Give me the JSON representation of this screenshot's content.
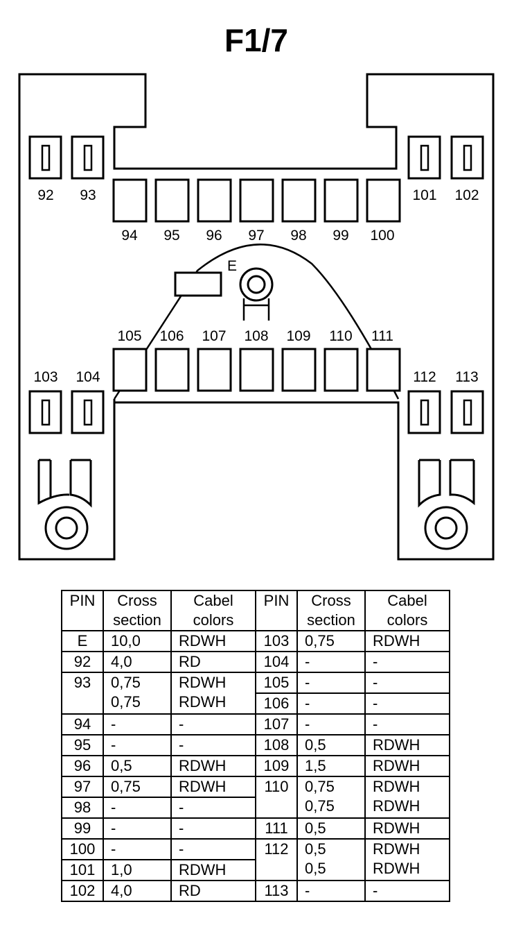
{
  "title": "F1/7",
  "pins": {
    "p92": "92",
    "p93": "93",
    "p94": "94",
    "p95": "95",
    "p96": "96",
    "p97": "97",
    "p98": "98",
    "p99": "99",
    "p100": "100",
    "p101": "101",
    "p102": "102",
    "p103": "103",
    "p104": "104",
    "p105": "105",
    "p106": "106",
    "p107": "107",
    "p108": "108",
    "p109": "109",
    "p110": "110",
    "p111": "111",
    "p112": "112",
    "p113": "113",
    "pE": "E"
  },
  "table": {
    "headers": [
      "PIN",
      "Cross\nsection",
      "Cabel\ncolors",
      "PIN",
      "Cross\nsection",
      "Cabel\ncolors"
    ],
    "rows": [
      [
        "E",
        "10,0",
        "RDWH",
        "103",
        "0,75",
        "RDWH"
      ],
      [
        "92",
        "4,0",
        "RD",
        "104",
        "-",
        "-"
      ],
      [
        "93",
        "0,75\n0,75",
        "RDWH\nRDWH",
        "105",
        "-",
        "-"
      ],
      [
        "",
        "",
        "",
        "106",
        "-",
        "-"
      ],
      [
        "94",
        "-",
        "-",
        "107",
        "-",
        "-"
      ],
      [
        "95",
        "-",
        "-",
        "108",
        "0,5",
        "RDWH"
      ],
      [
        "96",
        "0,5",
        "RDWH",
        "109",
        "1,5",
        "RDWH"
      ],
      [
        "97",
        "0,75",
        "RDWH",
        "110",
        "0,75\n0,75",
        "RDWH\nRDWH"
      ],
      [
        "98",
        "-",
        "-",
        "",
        "",
        ""
      ],
      [
        "99",
        "-",
        "-",
        "111",
        "0,5",
        "RDWH"
      ],
      [
        "100",
        "-",
        "-",
        "112",
        "0,5\n0,5",
        "RDWH\nRDWH"
      ],
      [
        "101",
        "1,0",
        "RDWH",
        "",
        "",
        ""
      ],
      [
        "102",
        "4,0",
        "RD",
        "113",
        "-",
        "-"
      ]
    ]
  }
}
